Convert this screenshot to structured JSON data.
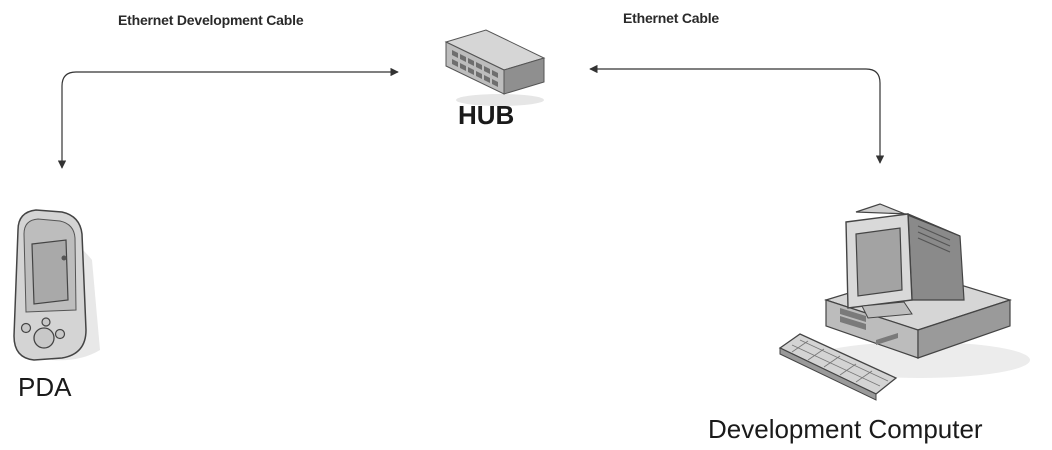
{
  "cables": {
    "left_label": "Ethernet Development Cable",
    "right_label": "Ethernet Cable"
  },
  "nodes": {
    "hub": {
      "label": "HUB",
      "icon": "network-hub-icon"
    },
    "pda": {
      "label": "PDA",
      "icon": "pda-device-icon"
    },
    "computer": {
      "label": "Development Computer",
      "icon": "desktop-computer-icon"
    }
  },
  "colors": {
    "line": "#333333",
    "device_fill": "#d9d9d9",
    "device_dark": "#7a7a7a",
    "screen": "#b5b5b5"
  }
}
